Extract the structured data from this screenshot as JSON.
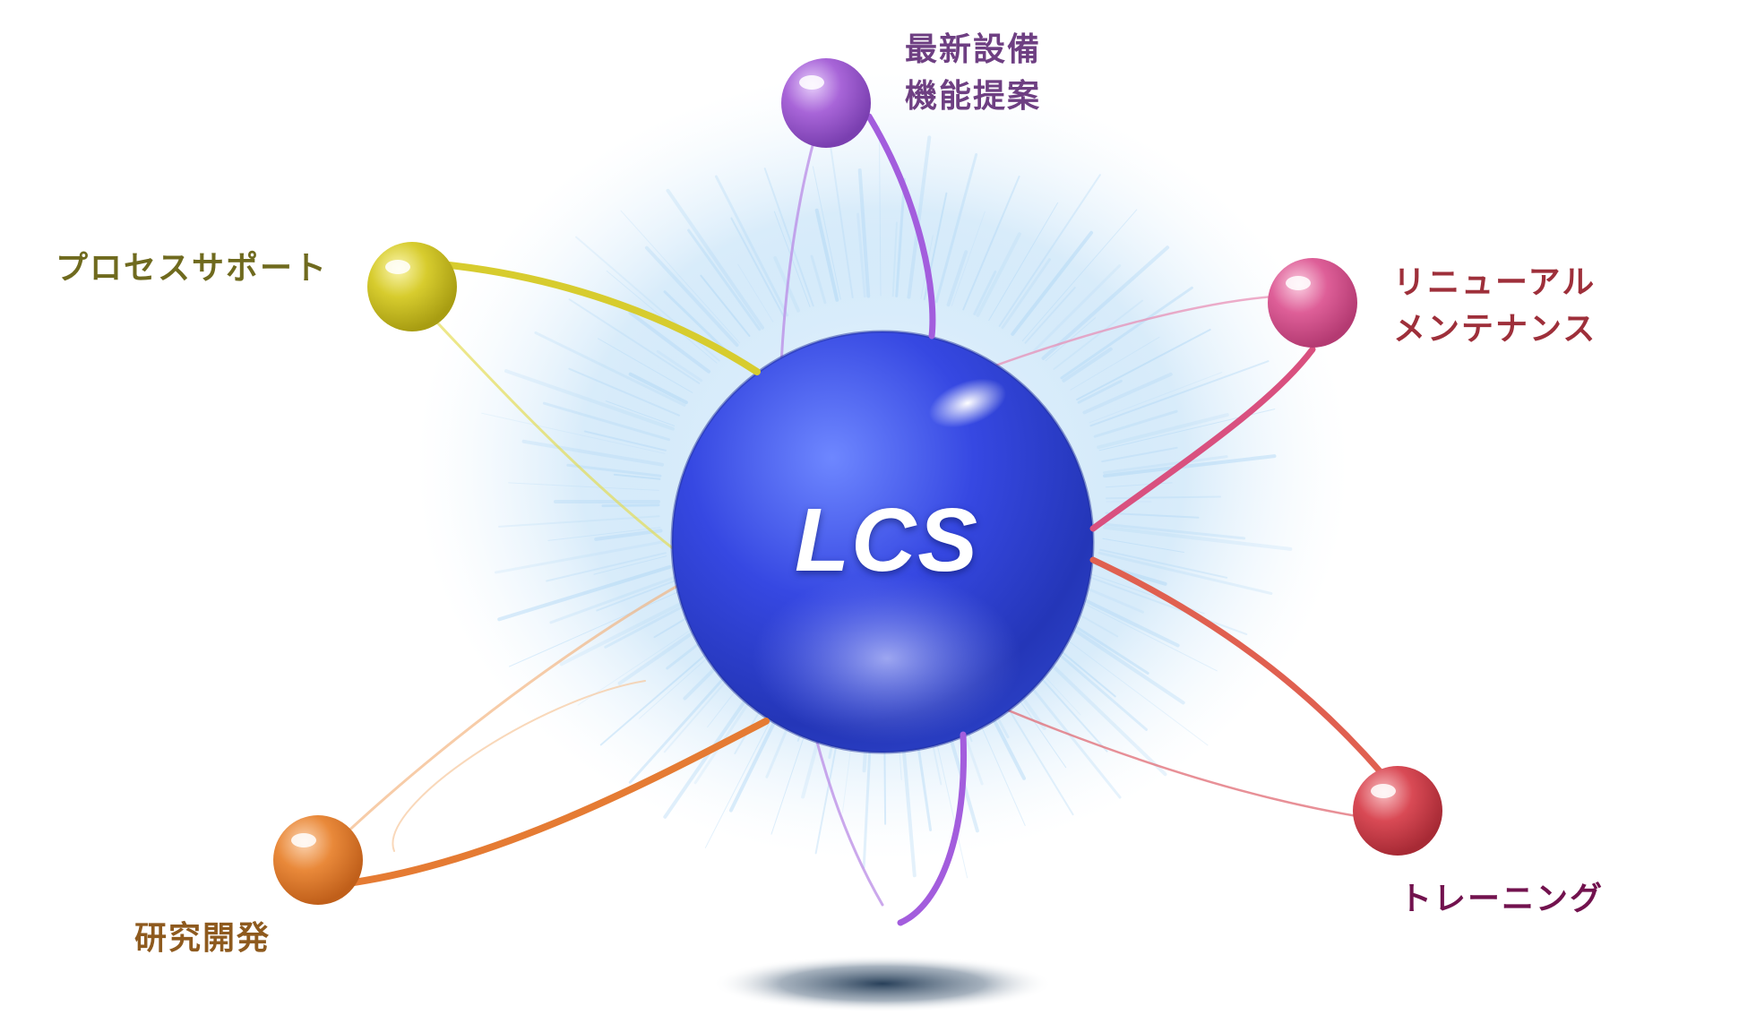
{
  "center": {
    "label": "LCS",
    "color": "#3a4ee0"
  },
  "nodes": [
    {
      "id": "equipment",
      "lines": [
        "最新設備",
        "機能提案"
      ],
      "color": "#a865d8",
      "text_color": "#6e3f82"
    },
    {
      "id": "process",
      "lines": [
        "プロセスサポート"
      ],
      "color": "#d7cc2e",
      "text_color": "#6f6a1e"
    },
    {
      "id": "renewal",
      "lines": [
        "リニューアル",
        "メンテナンス"
      ],
      "color": "#de5f98",
      "text_color": "#9e2f3a"
    },
    {
      "id": "rnd",
      "lines": [
        "研究開発"
      ],
      "color": "#e9893a",
      "text_color": "#8e5a1e"
    },
    {
      "id": "training",
      "lines": [
        "トレーニング"
      ],
      "color": "#d94a55",
      "text_color": "#72124e"
    }
  ]
}
